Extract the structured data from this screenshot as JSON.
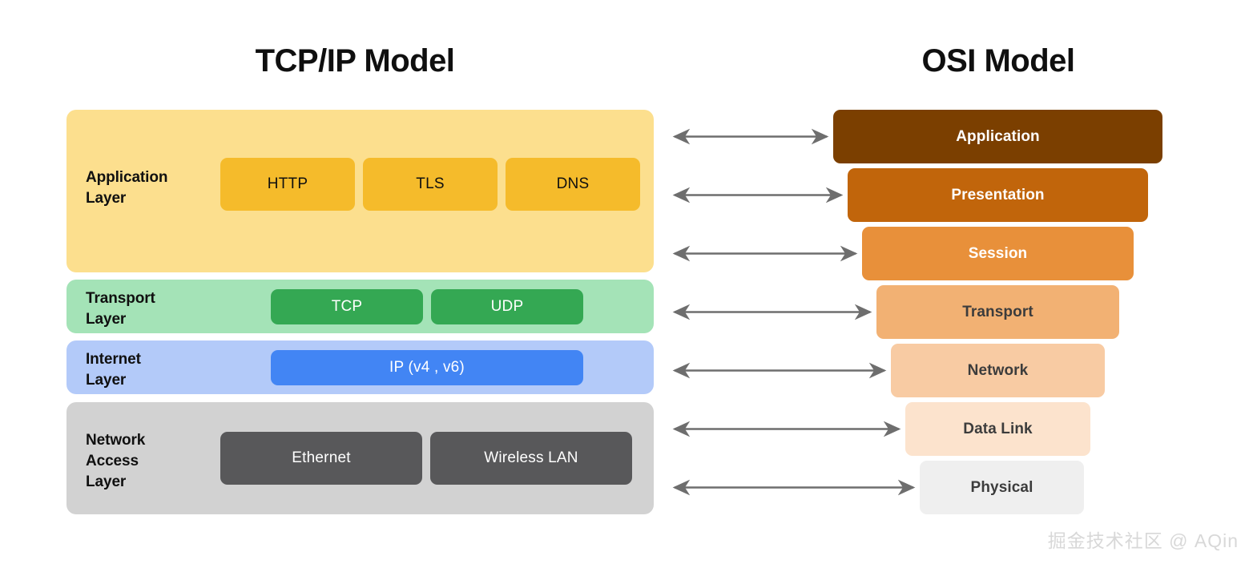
{
  "titles": {
    "tcpip": "TCP/IP Model",
    "osi": "OSI Model"
  },
  "colors": {
    "application_panel": "#FCDF8E",
    "application_box": "#F5BB2B",
    "transport_panel": "#A4E3B7",
    "transport_box": "#34A853",
    "internet_panel": "#B3CAF9",
    "internet_box": "#4285F4",
    "network_access_panel": "#D2D2D2",
    "network_access_box": "#58585A",
    "osi_application": "#7B3F00",
    "osi_presentation": "#C1650B",
    "osi_session": "#E8903A",
    "osi_transport": "#F2B173",
    "osi_network": "#F8CBA3",
    "osi_data_link": "#FCE3CD",
    "osi_physical": "#EFEFEF",
    "arrow": "#6E6E6E",
    "title_text": "#0F0F0F",
    "watermark": "#D8D8D8"
  },
  "tcpip": {
    "layers": [
      {
        "label": "Application\nLayer",
        "panel_color": "#FCDF8E",
        "text_color": "#101010",
        "protocols": [
          {
            "label": "HTTP",
            "color": "#F5BB2B",
            "text_color": "#101010"
          },
          {
            "label": "TLS",
            "color": "#F5BB2B",
            "text_color": "#101010"
          },
          {
            "label": "DNS",
            "color": "#F5BB2B",
            "text_color": "#101010"
          }
        ]
      },
      {
        "label": "Transport\nLayer",
        "panel_color": "#A4E3B7",
        "text_color": "#101010",
        "protocols": [
          {
            "label": "TCP",
            "color": "#34A853",
            "text_color": "#FFFFFF"
          },
          {
            "label": "UDP",
            "color": "#34A853",
            "text_color": "#FFFFFF"
          }
        ]
      },
      {
        "label": "Internet\nLayer",
        "panel_color": "#B3CAF9",
        "text_color": "#101010",
        "protocols": [
          {
            "label": "IP (v4 , v6)",
            "color": "#4285F4",
            "text_color": "#FFFFFF"
          }
        ]
      },
      {
        "label": "Network\nAccess\nLayer",
        "panel_color": "#D2D2D2",
        "text_color": "#101010",
        "protocols": [
          {
            "label": "Ethernet",
            "color": "#58585A",
            "text_color": "#FFFFFF"
          },
          {
            "label": "Wireless LAN",
            "color": "#58585A",
            "text_color": "#FFFFFF"
          }
        ]
      }
    ]
  },
  "osi": {
    "layers": [
      {
        "label": "Application",
        "color": "#7B3F00",
        "text_color": "#FFFFFF"
      },
      {
        "label": "Presentation",
        "color": "#C1650B",
        "text_color": "#FFFFFF"
      },
      {
        "label": "Session",
        "color": "#E8903A",
        "text_color": "#FFFFFF"
      },
      {
        "label": "Transport",
        "color": "#F2B173",
        "text_color": "#3C3C3C"
      },
      {
        "label": "Network",
        "color": "#F8CBA3",
        "text_color": "#3C3C3C"
      },
      {
        "label": "Data Link",
        "color": "#FCE3CD",
        "text_color": "#3C3C3C"
      },
      {
        "label": "Physical",
        "color": "#EFEFEF",
        "text_color": "#3C3C3C"
      }
    ]
  },
  "connectors": {
    "count": 7,
    "style": "double-headed-arrow",
    "description": "Each OSI layer maps across to the TCP/IP stack"
  },
  "watermark": "掘金技术社区 @ AQin"
}
